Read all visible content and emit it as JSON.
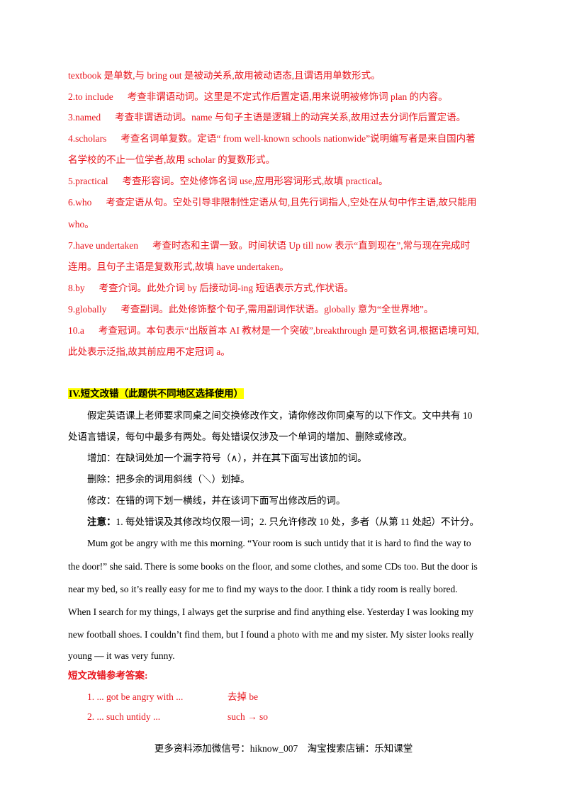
{
  "answers_part3": [
    {
      "text": "textbook 是单数,与 bring out 是被动关系,故用被动语态,且谓语用单数形式。"
    },
    {
      "num": "2.to include",
      "text": "考查非谓语动词。这里是不定式作后置定语,用来说明被修饰词 plan 的内容。"
    },
    {
      "num": "3.named",
      "text": "考查非谓语动词。name 与句子主语是逻辑上的动宾关系,故用过去分词作后置定语。"
    },
    {
      "num": "4.scholars",
      "text": "考查名词单复数。定语“ from well-known schools nationwide”说明编写者是来自国内著"
    },
    {
      "text": "名学校的不止一位学者,故用 scholar 的复数形式。"
    },
    {
      "num": "5.practical",
      "text": "考查形容词。空处修饰名词 use,应用形容词形式,故填 practical。"
    },
    {
      "num": "6.who",
      "text": "考查定语从句。空处引导非限制性定语从句,且先行词指人,空处在从句中作主语,故只能用"
    },
    {
      "text": "who。"
    },
    {
      "num": "7.have undertaken",
      "text": "考查时态和主谓一致。时间状语 Up till now 表示“直到现在”,常与现在完成时"
    },
    {
      "text": "连用。且句子主语是复数形式,故填 have undertaken。"
    },
    {
      "num": "8.by",
      "text": "考查介词。此处介词 by 后接动词-ing 短语表示方式,作状语。"
    },
    {
      "num": "9.globally",
      "text": "考查副词。此处修饰整个句子,需用副词作状语。globally 意为“全世界地”。"
    },
    {
      "num": "10.a",
      "text": "考查冠词。本句表示“出版首本 AI 教材是一个突破”,breakthrough 是可数名词,根据语境可知,"
    },
    {
      "text": "此处表示泛指,故其前应用不定冠词 a。"
    }
  ],
  "section4": {
    "heading": "IV.短文改错（此题供不同地区选择使用）",
    "instructions": [
      "假定英语课上老师要求同桌之间交换修改作文，请你修改你同桌写的以下作文。文中共有 10",
      "处语言错误，每句中最多有两处。每处错误仅涉及一个单词的增加、删除或修改。",
      "增加：在缺词处加一个漏字符号（∧），并在其下面写出该加的词。",
      "删除：把多余的词用斜线（＼）划掉。",
      "修改：在错的词下划一横线，并在该词下面写出修改后的词。"
    ],
    "note_label": "注意：",
    "note_text": "1. 每处错误及其修改均仅限一词；2. 只允许修改 10 处，多者（从第 11 处起）不计分。",
    "passage": [
      "Mum got be angry with me this morning. “Your room is such untidy that it is hard to find the way to",
      "the door!” she said. There is some books on the floor, and some clothes, and some CDs too. But the door is",
      "near my bed, so it’s really easy for me to find my ways to the door. I think a tidy room is really bored.",
      "When I search for my things, I always get the surprise and find anything else. Yesterday I was looking my",
      "new football shoes. I couldn’t find them, but I found a photo with me and my sister. My sister looks really",
      "young — it was very funny."
    ],
    "answer_heading": "短文改错参考答案:",
    "answers": [
      {
        "error": "1. ... got be angry with ...",
        "fix": "去掉 be"
      },
      {
        "error": "2. ... such untidy ...",
        "fix": "such → so"
      }
    ]
  },
  "footer": "更多资料添加微信号：hiknow_007　淘宝搜索店铺：乐知课堂",
  "colors": {
    "answer_red": "#e8141c",
    "highlight": "#ffff00"
  }
}
